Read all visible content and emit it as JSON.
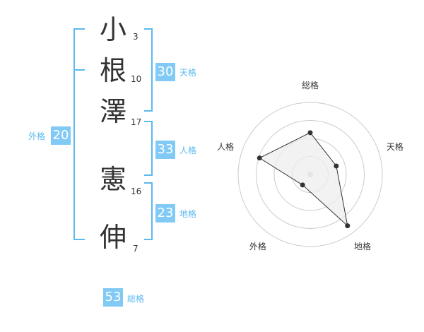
{
  "name_chars": [
    {
      "char": "小",
      "strokes": "3"
    },
    {
      "char": "根",
      "strokes": "10"
    },
    {
      "char": "澤",
      "strokes": "17"
    },
    {
      "char": "憲",
      "strokes": "16"
    },
    {
      "char": "伸",
      "strokes": "7"
    }
  ],
  "fortunes": {
    "tenkaku": {
      "value": "30",
      "label": "天格"
    },
    "jinkaku": {
      "value": "33",
      "label": "人格"
    },
    "chikaku": {
      "value": "23",
      "label": "地格"
    },
    "gaikaku": {
      "value": "20",
      "label": "外格"
    },
    "soukaku": {
      "value": "53",
      "label": "総格"
    }
  },
  "chart_data": {
    "type": "radar",
    "axes": [
      "総格",
      "天格",
      "地格",
      "外格",
      "人格"
    ],
    "rings": 4,
    "values": [
      2.9,
      1.9,
      4.4,
      0.9,
      3.7
    ],
    "max": 5,
    "colors": {
      "fill": "#eeeeee",
      "stroke": "#333333",
      "grid": "#cccccc",
      "center": "#cccccc"
    }
  },
  "colors": {
    "accent": "#81caf5",
    "bracket": "#5bb9ef"
  }
}
